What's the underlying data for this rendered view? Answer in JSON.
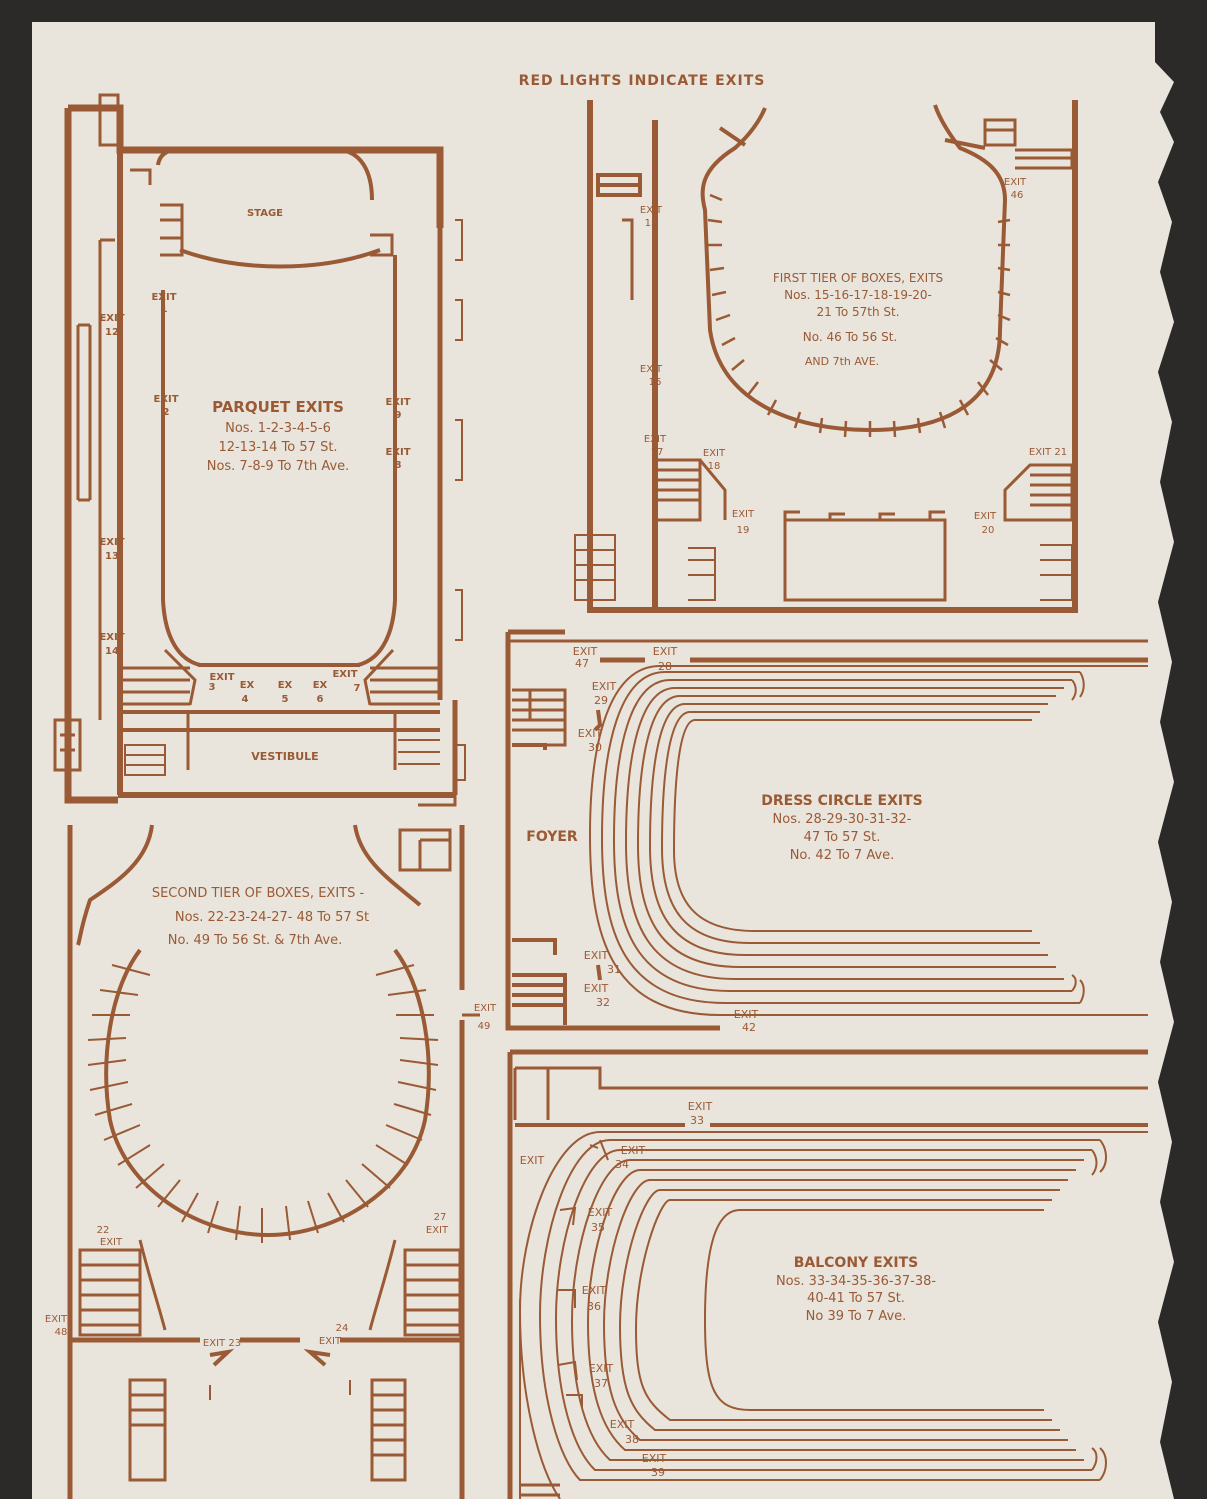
{
  "header": {
    "title": "RED LIGHTS INDICATE EXITS"
  },
  "parquet": {
    "stage": "STAGE",
    "vestibule": "VESTIBULE",
    "title": "PARQUET EXITS",
    "line1": "Nos. 1-2-3-4-5-6",
    "line2": "12-13-14 To 57 St.",
    "line3": "Nos. 7-8-9 To 7th Ave.",
    "exits": {
      "e1": [
        "EXIT",
        "1"
      ],
      "e2": [
        "EXIT",
        "2"
      ],
      "e3": [
        "EXIT",
        "3"
      ],
      "e4": [
        "EX",
        "4"
      ],
      "e5": [
        "EX",
        "5"
      ],
      "e6": [
        "EX",
        "6"
      ],
      "e7": [
        "EXIT",
        "7"
      ],
      "e8": [
        "EXIT",
        "8"
      ],
      "e9": [
        "EXIT",
        "9"
      ],
      "e12": [
        "EXIT",
        "12"
      ],
      "e13": [
        "EXIT",
        "13"
      ],
      "e14": [
        "EXIT",
        "14"
      ]
    }
  },
  "first_tier": {
    "title": "FIRST TIER OF BOXES, EXITS",
    "line1": "Nos. 15-16-17-18-19-20-",
    "line2": "21 To 57th St.",
    "line3": "No. 46 To 56 St.",
    "line4": "AND 7th AVE.",
    "exits": {
      "e15": [
        "EXIT",
        "15"
      ],
      "e16": [
        "EXIT",
        "16"
      ],
      "e17": [
        "EXIT",
        "17"
      ],
      "e18": [
        "EXIT",
        "18"
      ],
      "e19": [
        "EXIT",
        "19"
      ],
      "e20": [
        "EXIT",
        "20"
      ],
      "e21": [
        "EXIT 21",
        ""
      ],
      "e46": [
        "EXIT",
        "46"
      ]
    }
  },
  "dress_circle": {
    "foyer": "FOYER",
    "title": "DRESS CIRCLE EXITS",
    "line1": "Nos. 28-29-30-31-32-",
    "line2": "47 To 57 St.",
    "line3": "No. 42 To 7 Ave.",
    "exits": {
      "e28": [
        "EXIT",
        "28"
      ],
      "e29": [
        "EXIT",
        "29"
      ],
      "e30": [
        "EXIT",
        "30"
      ],
      "e31": [
        "EXIT",
        "31"
      ],
      "e32": [
        "EXIT",
        "32"
      ],
      "e42": [
        "EXIT",
        "42"
      ],
      "e47": [
        "EXIT",
        "47"
      ]
    }
  },
  "second_tier": {
    "title": "SECOND TIER OF BOXES, EXITS -",
    "line1": "Nos. 22-23-24-27- 48 To 57 St",
    "line2": "No. 49 To 56 St. & 7th Ave.",
    "exits": {
      "e22": [
        "22",
        "EXIT"
      ],
      "e23": [
        "EXIT 23",
        ""
      ],
      "e24": [
        "24",
        "EXIT"
      ],
      "e27": [
        "27",
        "EXIT"
      ],
      "e48": [
        "EXIT",
        "48"
      ],
      "e49": [
        "EXIT",
        "49"
      ]
    }
  },
  "balcony": {
    "title": "BALCONY EXITS",
    "line1": "Nos. 33-34-35-36-37-38-",
    "line2": "40-41 To 57 St.",
    "line3": "No 39 To 7 Ave.",
    "exits": {
      "e33": [
        "EXIT",
        "33"
      ],
      "e34": [
        "EXIT",
        "34"
      ],
      "e35": [
        "EXIT",
        "35"
      ],
      "e36": [
        "EXIT",
        "36"
      ],
      "e37": [
        "EXIT",
        "37"
      ],
      "e38": [
        "EXIT",
        "38"
      ],
      "e39": [
        "EXIT",
        "39"
      ],
      "ex": [
        "EXIT",
        ""
      ]
    }
  },
  "colors": {
    "ink": "#9a5a35",
    "paper": "#e9e5dc",
    "background": "#2b2a28"
  }
}
